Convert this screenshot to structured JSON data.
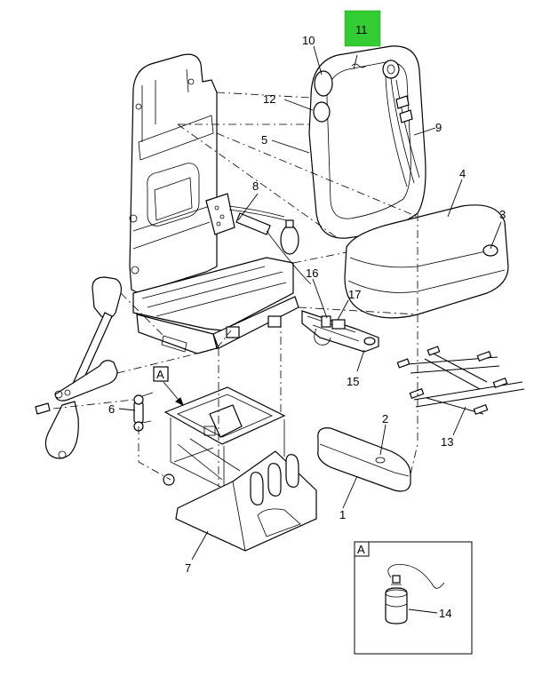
{
  "callouts": {
    "c1": "1",
    "c2": "2",
    "c3": "3",
    "c4": "4",
    "c5": "5",
    "c6": "6",
    "c7": "7",
    "c8": "8",
    "c9": "9",
    "c10": "10",
    "c11": "11",
    "c12": "12",
    "c13": "13",
    "c14": "14",
    "c15": "15",
    "c16": "16",
    "c17": "17"
  },
  "detail_label": "A",
  "view_label": "A",
  "colors": {
    "highlight": "#33cc33",
    "line": "#000000",
    "background": "#ffffff"
  },
  "highlighted_callout": "11"
}
